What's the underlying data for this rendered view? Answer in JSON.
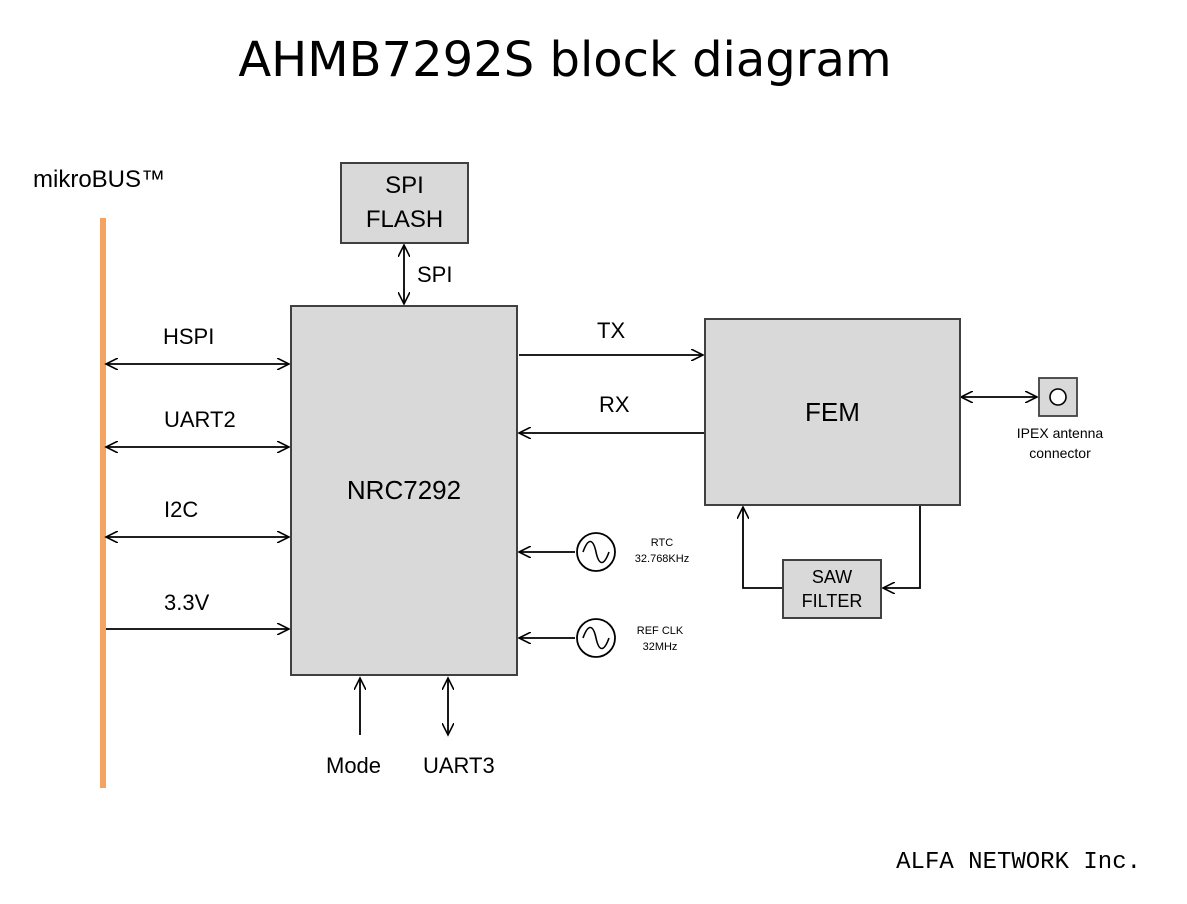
{
  "title": "AHMB7292S block diagram",
  "bus": {
    "label": "mikroBUS™"
  },
  "blocks": {
    "spi_flash": {
      "line1": "SPI",
      "line2": "FLASH"
    },
    "soc": "NRC7292",
    "fem": "FEM",
    "saw": {
      "line1": "SAW",
      "line2": "FILTER"
    }
  },
  "signals": {
    "hspi": "HSPI",
    "uart2": "UART2",
    "i2c": "I2C",
    "v33": "3.3V",
    "spi": "SPI",
    "tx": "TX",
    "rx": "RX",
    "mode": "Mode",
    "uart3": "UART3"
  },
  "clocks": {
    "rtc": {
      "line1": "RTC",
      "line2": "32.768KHz"
    },
    "ref": {
      "line1": "REF CLK",
      "line2": "32MHz"
    }
  },
  "antenna": {
    "line1": "IPEX antenna",
    "line2": "connector"
  },
  "footer": "ALFA NETWORK Inc.",
  "colors": {
    "bus": "#f4a460",
    "block_fill": "#d9d9d9",
    "block_border": "#404040"
  }
}
